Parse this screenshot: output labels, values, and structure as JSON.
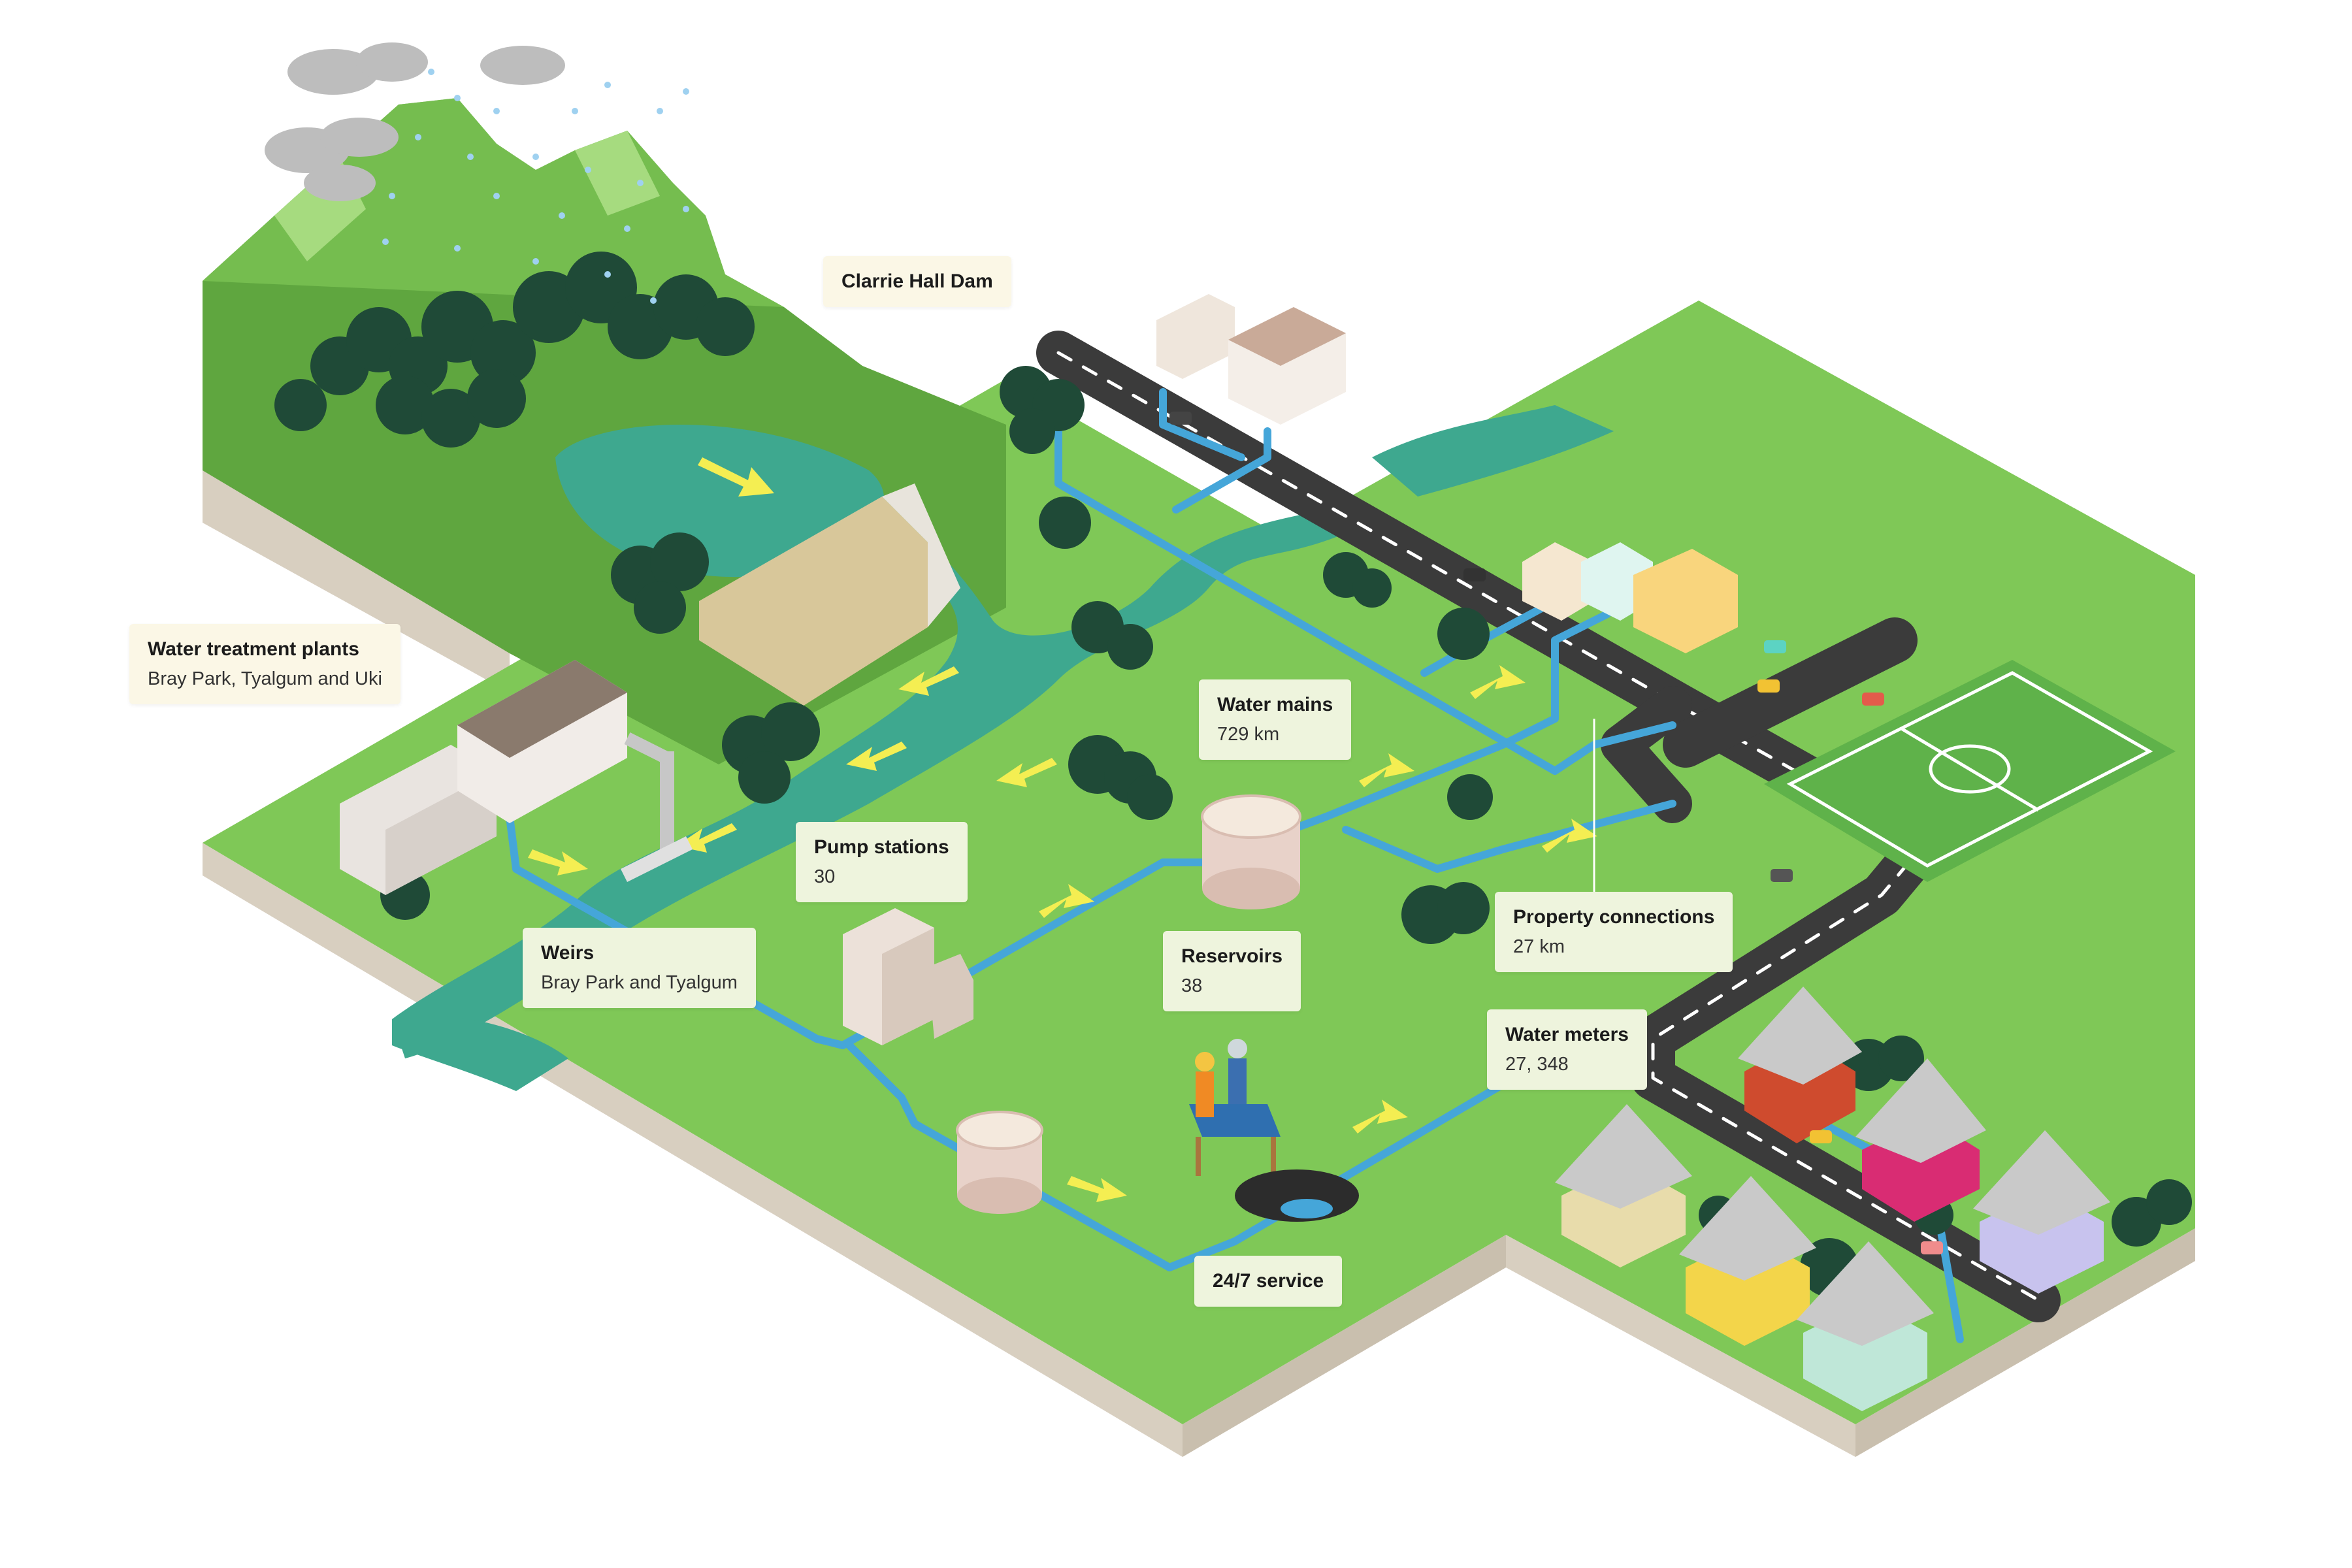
{
  "labels": {
    "dam": {
      "title": "Clarrie Hall Dam"
    },
    "treatment": {
      "title": "Water treatment plants",
      "sub": "Bray Park, Tyalgum and Uki"
    },
    "weirs": {
      "title": "Weirs",
      "sub": "Bray Park and Tyalgum"
    },
    "pump": {
      "title": "Pump stations",
      "value": "30"
    },
    "mains": {
      "title": "Water mains",
      "value": "729 km"
    },
    "reservoirs": {
      "title": "Reservoirs",
      "value": "38"
    },
    "property": {
      "title": "Property connections",
      "value": "27 km"
    },
    "meters": {
      "title": "Water meters",
      "value": "27, 348"
    },
    "service": {
      "title": "24/7 service"
    }
  },
  "colors": {
    "grass": "#7fc857",
    "grass_dark": "#5fa63f",
    "base": "#d8cfc0",
    "water": "#3ea88f",
    "pipe": "#45a6d9",
    "road": "#3b3b3b",
    "tree": "#1f4a37",
    "arrow": "#f4ee52",
    "label_bg": "#eef4dd"
  },
  "icons": [
    "rain-cloud-icon",
    "tree-icon",
    "house-icon",
    "car-icon",
    "flow-arrow-icon",
    "reservoir-tank-icon",
    "worker-icon"
  ]
}
